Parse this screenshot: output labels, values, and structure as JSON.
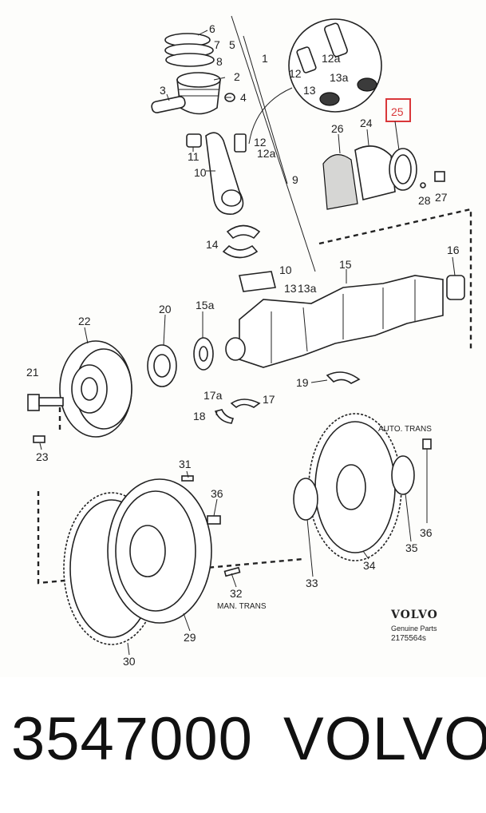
{
  "diagram": {
    "callouts": [
      {
        "id": "c6",
        "text": "6"
      },
      {
        "id": "c7",
        "text": "7"
      },
      {
        "id": "c5",
        "text": "5"
      },
      {
        "id": "c8",
        "text": "8"
      },
      {
        "id": "c1",
        "text": "1"
      },
      {
        "id": "c2",
        "text": "2"
      },
      {
        "id": "c3",
        "text": "3"
      },
      {
        "id": "c4",
        "text": "4"
      },
      {
        "id": "c12a_top",
        "text": "12a"
      },
      {
        "id": "c12_top",
        "text": "12"
      },
      {
        "id": "c13a_top",
        "text": "13a"
      },
      {
        "id": "c13_top",
        "text": "13"
      },
      {
        "id": "c25",
        "text": "25"
      },
      {
        "id": "c26",
        "text": "26"
      },
      {
        "id": "c24",
        "text": "24"
      },
      {
        "id": "c11",
        "text": "11"
      },
      {
        "id": "c12_mid",
        "text": "12"
      },
      {
        "id": "c12a_mid",
        "text": "12a"
      },
      {
        "id": "c10_top",
        "text": "10"
      },
      {
        "id": "c9",
        "text": "9"
      },
      {
        "id": "c28",
        "text": "28"
      },
      {
        "id": "c27",
        "text": "27"
      },
      {
        "id": "c16",
        "text": "16"
      },
      {
        "id": "c14",
        "text": "14"
      },
      {
        "id": "c15",
        "text": "15"
      },
      {
        "id": "c10_mid",
        "text": "10"
      },
      {
        "id": "c13_mid",
        "text": "13"
      },
      {
        "id": "c13a_mid",
        "text": "13a"
      },
      {
        "id": "c22",
        "text": "22"
      },
      {
        "id": "c20",
        "text": "20"
      },
      {
        "id": "c15a",
        "text": "15a"
      },
      {
        "id": "c21",
        "text": "21"
      },
      {
        "id": "c19",
        "text": "19"
      },
      {
        "id": "c17a",
        "text": "17a"
      },
      {
        "id": "c17",
        "text": "17"
      },
      {
        "id": "c18",
        "text": "18"
      },
      {
        "id": "c23",
        "text": "23"
      },
      {
        "id": "c31",
        "text": "31"
      },
      {
        "id": "c36_left",
        "text": "36"
      },
      {
        "id": "c36_right",
        "text": "36"
      },
      {
        "id": "c35",
        "text": "35"
      },
      {
        "id": "c34",
        "text": "34"
      },
      {
        "id": "c33",
        "text": "33"
      },
      {
        "id": "c32",
        "text": "32"
      },
      {
        "id": "c29",
        "text": "29"
      },
      {
        "id": "c30",
        "text": "30"
      }
    ],
    "auto_trans_label": "AUTO. TRANS",
    "man_trans_label": "MAN. TRANS",
    "highlight_color": "#d9373a"
  },
  "logo": {
    "word": "VOLVO",
    "subtitle": "Genuine Parts",
    "number": "2175564s"
  },
  "footer": {
    "part_number": "3547000",
    "brand": "VOLVO"
  }
}
